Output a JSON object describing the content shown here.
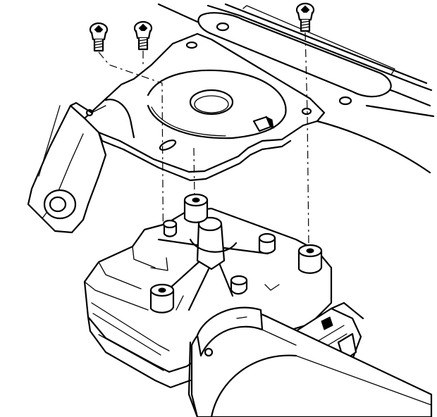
{
  "diagram": {
    "type": "exploded-assembly-line-drawing",
    "has_text": false
  },
  "parts": [
    {
      "id": "screw",
      "count": 3
    },
    {
      "id": "mounting-bracket",
      "count": 1
    },
    {
      "id": "steering-column-module",
      "count": 1
    },
    {
      "id": "mounting-boss",
      "count": 3
    }
  ],
  "colors": {
    "ink": "#000000",
    "paper": "#ffffff"
  }
}
